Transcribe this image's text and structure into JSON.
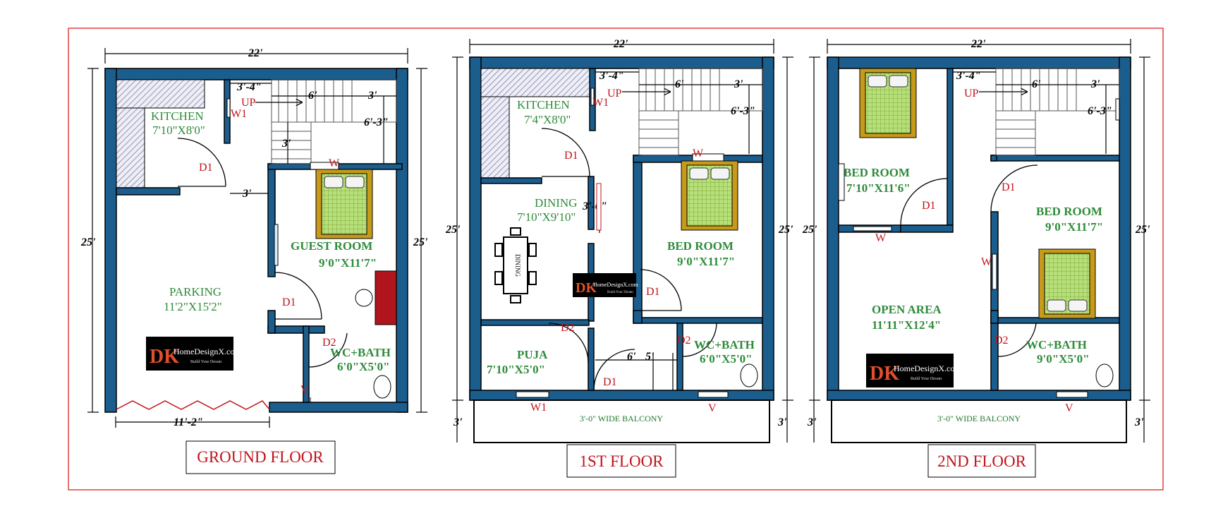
{
  "colors": {
    "wall": "#1b5e8e",
    "room_text": "#2e8b3a",
    "label_red": "#c0141c",
    "border_red": "#e04040"
  },
  "titles": {
    "ground": "GROUND FLOOR",
    "first": "1ST FLOOR",
    "second": "2ND FLOOR"
  },
  "dims": {
    "width": "22'",
    "depth": "25'",
    "balcony": "3'",
    "stair_top": "3'-4\"",
    "stair_6": "6'",
    "stair_3": "3'",
    "stair_h": "6'-3\"",
    "three": "3'",
    "parking_w": "11'-2\"",
    "dining_36": "3'-6\"",
    "six": "6'",
    "five": "5'"
  },
  "logo": {
    "dk": "DK",
    "site": "HomeDesignX.com",
    "tag": "Build Your Dream"
  },
  "ground": {
    "kitchen": "KITCHEN",
    "kitchen_size": "7'10\"X8'0\"",
    "guest": "GUEST ROOM",
    "guest_size": "9'0\"X11'7\"",
    "parking": "PARKING",
    "parking_size": "11'2\"X15'2\"",
    "wc": "WC+BATH",
    "wc_size": "6'0\"X5'0\"",
    "d1a": "D1",
    "d1b": "D1",
    "d2": "D2",
    "w1": "W1",
    "w": "W",
    "v": "V",
    "up": "UP"
  },
  "first": {
    "kitchen": "KITCHEN",
    "kitchen_size": "7'4\"X8'0\"",
    "dining": "DINING",
    "dining_size": "7'10\"X9'10\"",
    "table": "DINING",
    "bed": "BED ROOM",
    "bed_size": "9'0\"X11'7\"",
    "puja": "PUJA",
    "puja_size": "7'10\"X5'0\"",
    "wc": "WC+BATH",
    "wc_size": "6'0\"X5'0\"",
    "balcony": "3'-0\" WIDE BALCONY",
    "d1a": "D1",
    "d1b": "D1",
    "d1c": "D1",
    "d2a": "D2",
    "d2b": "D2",
    "w1a": "W1",
    "w1b": "W1",
    "w": "W",
    "v": "V",
    "up": "UP"
  },
  "second": {
    "bed1": "BED ROOM",
    "bed1_size": "7'10\"X11'6\"",
    "bed2": "BED ROOM",
    "bed2_size": "9'0\"X11'7\"",
    "open": "OPEN AREA",
    "open_size": "11'11\"X12'4\"",
    "wc": "WC+BATH",
    "wc_size": "9'0\"X5'0\"",
    "balcony": "3'-0\" WIDE BALCONY",
    "d1a": "D1",
    "d1b": "D1",
    "d2": "D2",
    "w1": "W",
    "w2": "W",
    "v": "V",
    "up": "UP"
  }
}
